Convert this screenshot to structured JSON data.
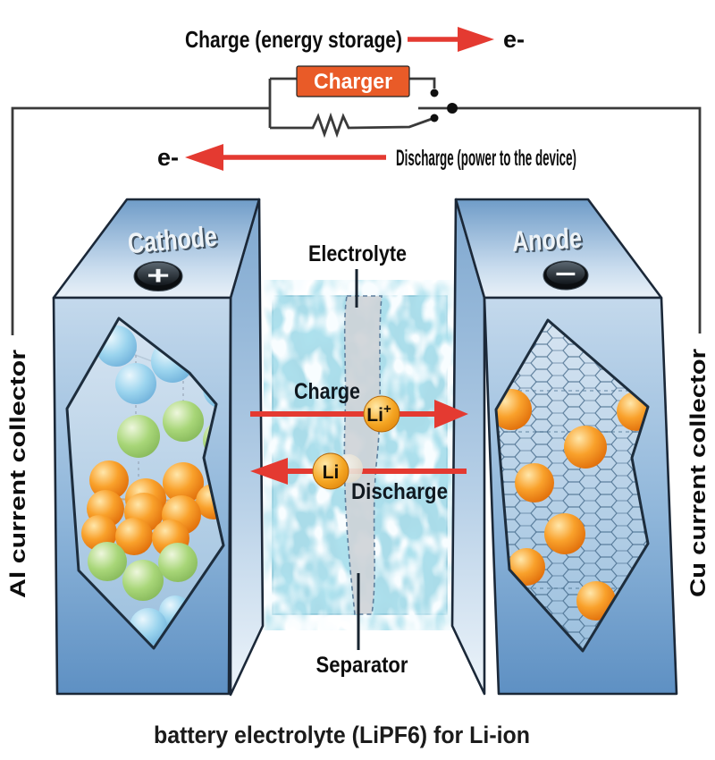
{
  "caption": "battery electrolyte (LiPF6) for Li-ion",
  "circuit": {
    "charge_flow_label": "Charge (energy storage)",
    "charge_electron_label": "e-",
    "charger_label": "Charger",
    "discharge_flow_label": "Discharge (power to the device)",
    "discharge_electron_label": "e-"
  },
  "collectors": {
    "left_label": "Al current collector",
    "right_label": "Cu current collector"
  },
  "cathode": {
    "label": "Cathode",
    "terminal_sign": "+"
  },
  "anode": {
    "label": "Anode",
    "terminal_sign": "−"
  },
  "electrolyte": {
    "label": "Electrolyte"
  },
  "separator": {
    "label": "Separator"
  },
  "ion_transport": {
    "charge_label": "Charge",
    "discharge_label": "Discharge",
    "charge_ion_base": "Li",
    "charge_ion_sup": "+",
    "discharge_ion": "Li"
  },
  "colors": {
    "arrow_red": "#e43a31",
    "charger_orange": "#e95b28",
    "wire_dark": "#3a3a3a",
    "block_blue_light": "#c4d9ec",
    "block_blue_dark": "#5e90c3",
    "water_blue": "#aadce9",
    "separator_gray": "#ced3d7",
    "sphere_orange": "#f39a22",
    "sphere_green": "#a8d678",
    "sphere_blue": "#9bd4ee"
  }
}
